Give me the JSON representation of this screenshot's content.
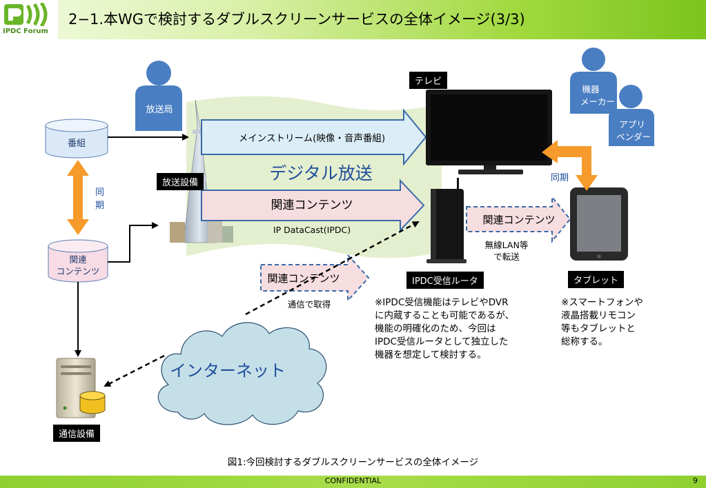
{
  "header": {
    "title": "2−1.本WGで検討するダブルスクリーンサービスの全体イメージ(3/3)",
    "logo_text": "IPDC Forum"
  },
  "nodes": {
    "broadcaster": "放送局",
    "program": "番組",
    "related_contents_db": [
      "関連",
      "コンテンツ"
    ],
    "sync_left": [
      "同",
      "期"
    ],
    "broadcast_facility": "放送設備",
    "tv": "テレビ",
    "manufacturer": [
      "機器",
      "メーカー"
    ],
    "app_vendor": [
      "アプリ",
      "ベンダー"
    ],
    "sync_right": "同期",
    "router": "IPDC受信ルータ",
    "tablet": "タブレット",
    "comm_facility": "通信設備",
    "internet": "インターネット"
  },
  "arrows": {
    "mainstream": "メインストリーム(映像・音声番組)",
    "digital_broadcast": "デジタル放送",
    "related_contents": "関連コンテンツ",
    "ip_datacast": "IP DataCast(IPDC)",
    "related_contents_lan": "関連コンテンツ",
    "wireless_lan": [
      "無線LAN等",
      "で転送"
    ],
    "related_contents_net": "関連コンテンツ",
    "via_comm": "通信で取得"
  },
  "notes": {
    "router_note": [
      "※IPDC受信機能はテレビやDVR",
      "に内蔵することも可能であるが、",
      "機能の明確化のため、今回は",
      "IPDC受信ルータとして独立した",
      "機器を想定して検討する。"
    ],
    "tablet_note": [
      "※スマートフォンや",
      "液晶搭載リモコン",
      "等もタブレットと",
      "総称する。"
    ]
  },
  "caption": "図1:今回検討するダブルスクリーンサービスの全体イメージ",
  "footer": {
    "label": "CONFIDENTIAL",
    "page": "9"
  },
  "colors": {
    "person": "#4a7ec2",
    "broadcast_area": "#e4efcf",
    "mainstream_arrow": "#dbeef7",
    "related_arrow": "#f6dde0",
    "sync_arrow": "#f59a2b",
    "cloud": "#c5dfe9",
    "db_blue": "#dbe8f7",
    "db_pink": "#f7dbe5",
    "blue_text": "#1f4e9a"
  }
}
